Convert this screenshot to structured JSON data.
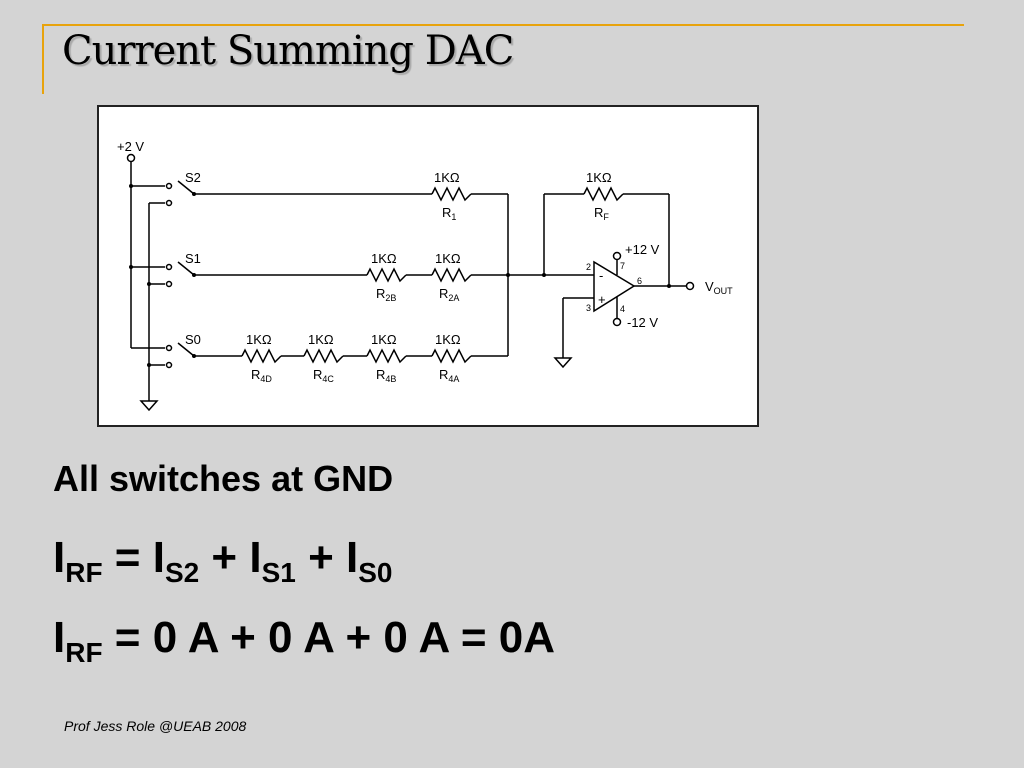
{
  "slide": {
    "title": "Current Summing DAC",
    "statement": "All switches at GND",
    "equation1": {
      "lhs_main": "I",
      "lhs_sub": "RF",
      "eq": " = ",
      "t1_main": "I",
      "t1_sub": "S2",
      "plus1": " + ",
      "t2_main": "I",
      "t2_sub": "S1",
      "plus2": " + ",
      "t3_main": "I",
      "t3_sub": "S0"
    },
    "equation2": {
      "lhs_main": "I",
      "lhs_sub": "RF",
      "rhs": " = 0 A + 0 A + 0 A = 0A"
    },
    "footer": "Prof Jess Role @UEAB 2008",
    "accent_color": "#e8a30c"
  },
  "circuit": {
    "supply": "+2 V",
    "switches": [
      "S2",
      "S1",
      "S0"
    ],
    "resistors": {
      "r1": {
        "value": "1KΩ",
        "name": "R",
        "sub": "1"
      },
      "rf": {
        "value": "1KΩ",
        "name": "R",
        "sub": "F"
      },
      "r2b": {
        "value": "1KΩ",
        "name": "R",
        "sub": "2B"
      },
      "r2a": {
        "value": "1KΩ",
        "name": "R",
        "sub": "2A"
      },
      "r4d": {
        "value": "1KΩ",
        "name": "R",
        "sub": "4D"
      },
      "r4c": {
        "value": "1KΩ",
        "name": "R",
        "sub": "4C"
      },
      "r4b": {
        "value": "1KΩ",
        "name": "R",
        "sub": "4B"
      },
      "r4a": {
        "value": "1KΩ",
        "name": "R",
        "sub": "4A"
      }
    },
    "opamp": {
      "vpos": "+12 V",
      "vneg": "-12 V",
      "pin_inv": "2",
      "pin_noninv": "3",
      "pin_vpos": "7",
      "pin_vneg": "4",
      "pin_out": "6",
      "minus": "-",
      "plus": "+"
    },
    "output": {
      "name": "V",
      "sub": "OUT"
    }
  }
}
